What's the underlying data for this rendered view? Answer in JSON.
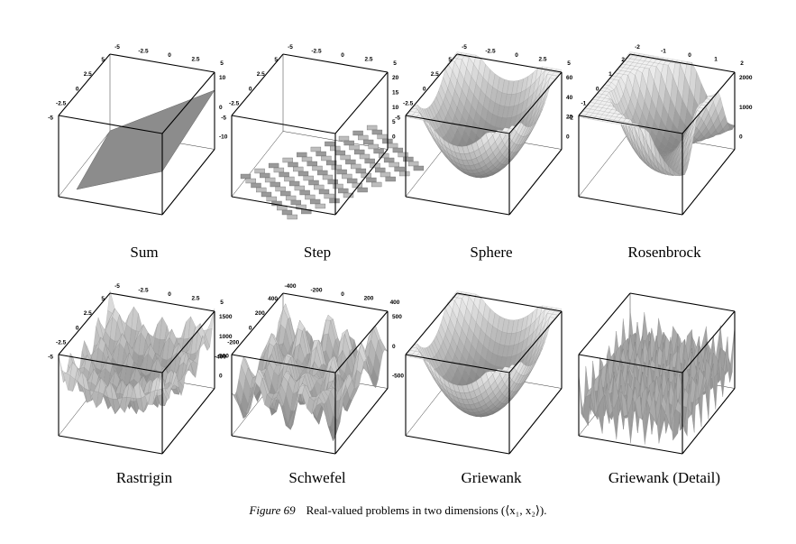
{
  "panels": [
    {
      "label": "Sum",
      "kind": "plane",
      "ticks_top": [
        "-5",
        "-2.5",
        "0",
        "2.5",
        "5"
      ],
      "ticks_left": [
        "5",
        "2.5",
        "0",
        "-2.5",
        "-5"
      ],
      "ticks_right": [
        "10",
        "0",
        "-10"
      ]
    },
    {
      "label": "Step",
      "kind": "step",
      "ticks_top": [
        "-5",
        "-2.5",
        "0",
        "2.5",
        "5"
      ],
      "ticks_left": [
        "5",
        "2.5",
        "0",
        "-2.5",
        "-5"
      ],
      "ticks_right": [
        "20",
        "15",
        "10",
        "5",
        "0"
      ]
    },
    {
      "label": "Sphere",
      "kind": "bowl",
      "ticks_top": [
        "-5",
        "-2.5",
        "0",
        "2.5",
        "5"
      ],
      "ticks_left": [
        "5",
        "2.5",
        "0",
        "-2.5",
        "-5"
      ],
      "ticks_right": [
        "60",
        "40",
        "20",
        "0"
      ]
    },
    {
      "label": "Rosenbrock",
      "kind": "valley",
      "ticks_top": [
        "-2",
        "-1",
        "0",
        "1",
        "2"
      ],
      "ticks_left": [
        "2",
        "1",
        "0",
        "-1",
        "-2"
      ],
      "ticks_right": [
        "2000",
        "1000",
        "0"
      ]
    },
    {
      "label": "Rastrigin",
      "kind": "egg",
      "ticks_top": [
        "-5",
        "-2.5",
        "0",
        "2.5",
        "5"
      ],
      "ticks_left": [
        "5",
        "2.5",
        "0",
        "-2.5",
        "-5"
      ],
      "ticks_right": [
        "1500",
        "1000",
        "500",
        "0"
      ]
    },
    {
      "label": "Schwefel",
      "kind": "rugged",
      "ticks_top": [
        "-400",
        "-200",
        "0",
        "200",
        "400"
      ],
      "ticks_left": [
        "400",
        "200",
        "0",
        "-200",
        "-400"
      ],
      "ticks_right": [
        "500",
        "0",
        "-500"
      ]
    },
    {
      "label": "Griewank",
      "kind": "bowl2",
      "ticks_top": [],
      "ticks_left": [],
      "ticks_right": []
    },
    {
      "label": "Griewank (Detail)",
      "kind": "spikes",
      "ticks_top": [],
      "ticks_left": [],
      "ticks_right": []
    }
  ],
  "caption": {
    "figure": "Figure 69",
    "text": "Real-valued problems in two dimensions (⟨x₁, x₂⟩)."
  }
}
